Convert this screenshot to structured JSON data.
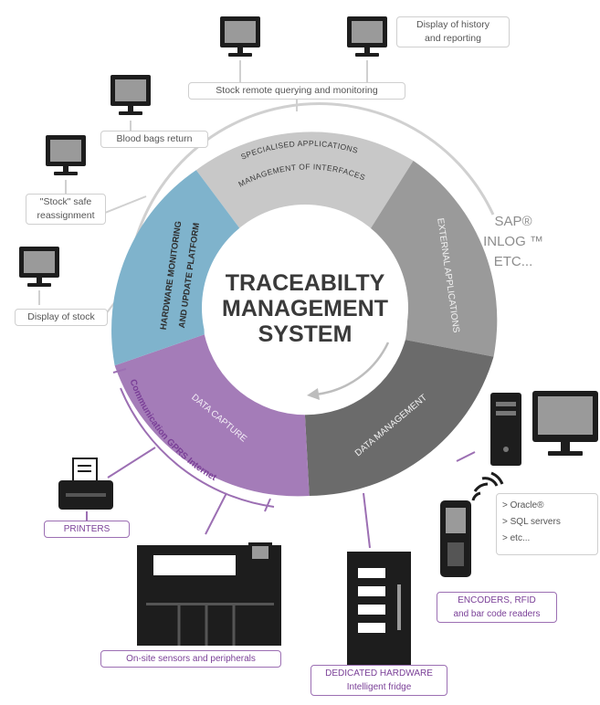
{
  "center": {
    "line1": "TRACEABILTY",
    "line2": "MANAGEMENT",
    "line3": "SYSTEM"
  },
  "segments": {
    "specialised_line1": "SPECIALISED APPLICATIONS",
    "specialised_line2": "MANAGEMENT OF INTERFACES",
    "external": "EXTERNAL APPLICATIONS",
    "data_management": "DATA MANAGEMENT",
    "data_capture": "DATA CAPTURE",
    "hardware_line1": "HARDWARE MONITORING",
    "hardware_line2": "AND UPDATE PLATFORM"
  },
  "gprs": "Communication GPRS Internet",
  "external_list": [
    "SAP®",
    "INLOG ™",
    "ETC..."
  ],
  "labels": {
    "history": [
      "Display of history",
      "and reporting"
    ],
    "stock_remote": "Stock remote querying and monitoring",
    "blood_bags": "Blood bags return",
    "stock_safe": [
      "\"Stock\" safe",
      "reassignment"
    ],
    "display_stock": "Display of stock",
    "printers": "PRINTERS",
    "sensors": "On-site sensors and peripherals",
    "dedicated_line1": "DEDICATED HARDWARE",
    "dedicated_line2": "Intelligent fridge",
    "encoders_line1": "ENCODERS, RFID",
    "encoders_line2": "and bar code readers"
  },
  "databases": [
    "> Oracle®",
    "> SQL servers",
    "> etc..."
  ],
  "colors": {
    "specialised": "#c8c8c8",
    "external": "#9a9a9a",
    "data_management": "#6b6b6b",
    "data_capture": "#a47cb8",
    "hardware": "#7fb3cc",
    "accent_purple": "#9c6fb3"
  }
}
